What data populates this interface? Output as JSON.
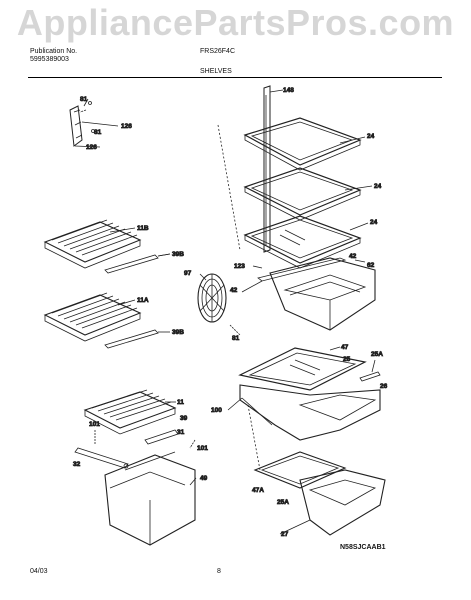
{
  "watermark": "AppliancePartsPros.com",
  "header": {
    "pub_label": "Publication No.",
    "pub_number": "5995389003",
    "model": "FRS26F4C",
    "section": "SHELVES"
  },
  "footer": {
    "date": "04/03",
    "page": "8",
    "code": "N58SJCAAB1"
  },
  "callouts": {
    "c81a": "81",
    "c81b": "81",
    "c126a": "126",
    "c126b": "126",
    "c148": "148",
    "c24a": "24",
    "c24b": "24",
    "c24c": "24",
    "c11b": "11B",
    "c39b_a": "39B",
    "c11a": "11A",
    "c39b_b": "39B",
    "c97": "97",
    "c123": "123",
    "c42a": "42",
    "c42b": "42",
    "c62": "62",
    "c81c": "81",
    "c47": "47",
    "c25": "25",
    "c25a": "25A",
    "c26": "26",
    "c100": "100",
    "c11": "11",
    "c39": "39",
    "c101a": "101",
    "c31": "31",
    "c101b": "101",
    "c32": "32",
    "c49": "49",
    "c47a": "47A",
    "c25a_b": "25A",
    "c27": "27"
  }
}
